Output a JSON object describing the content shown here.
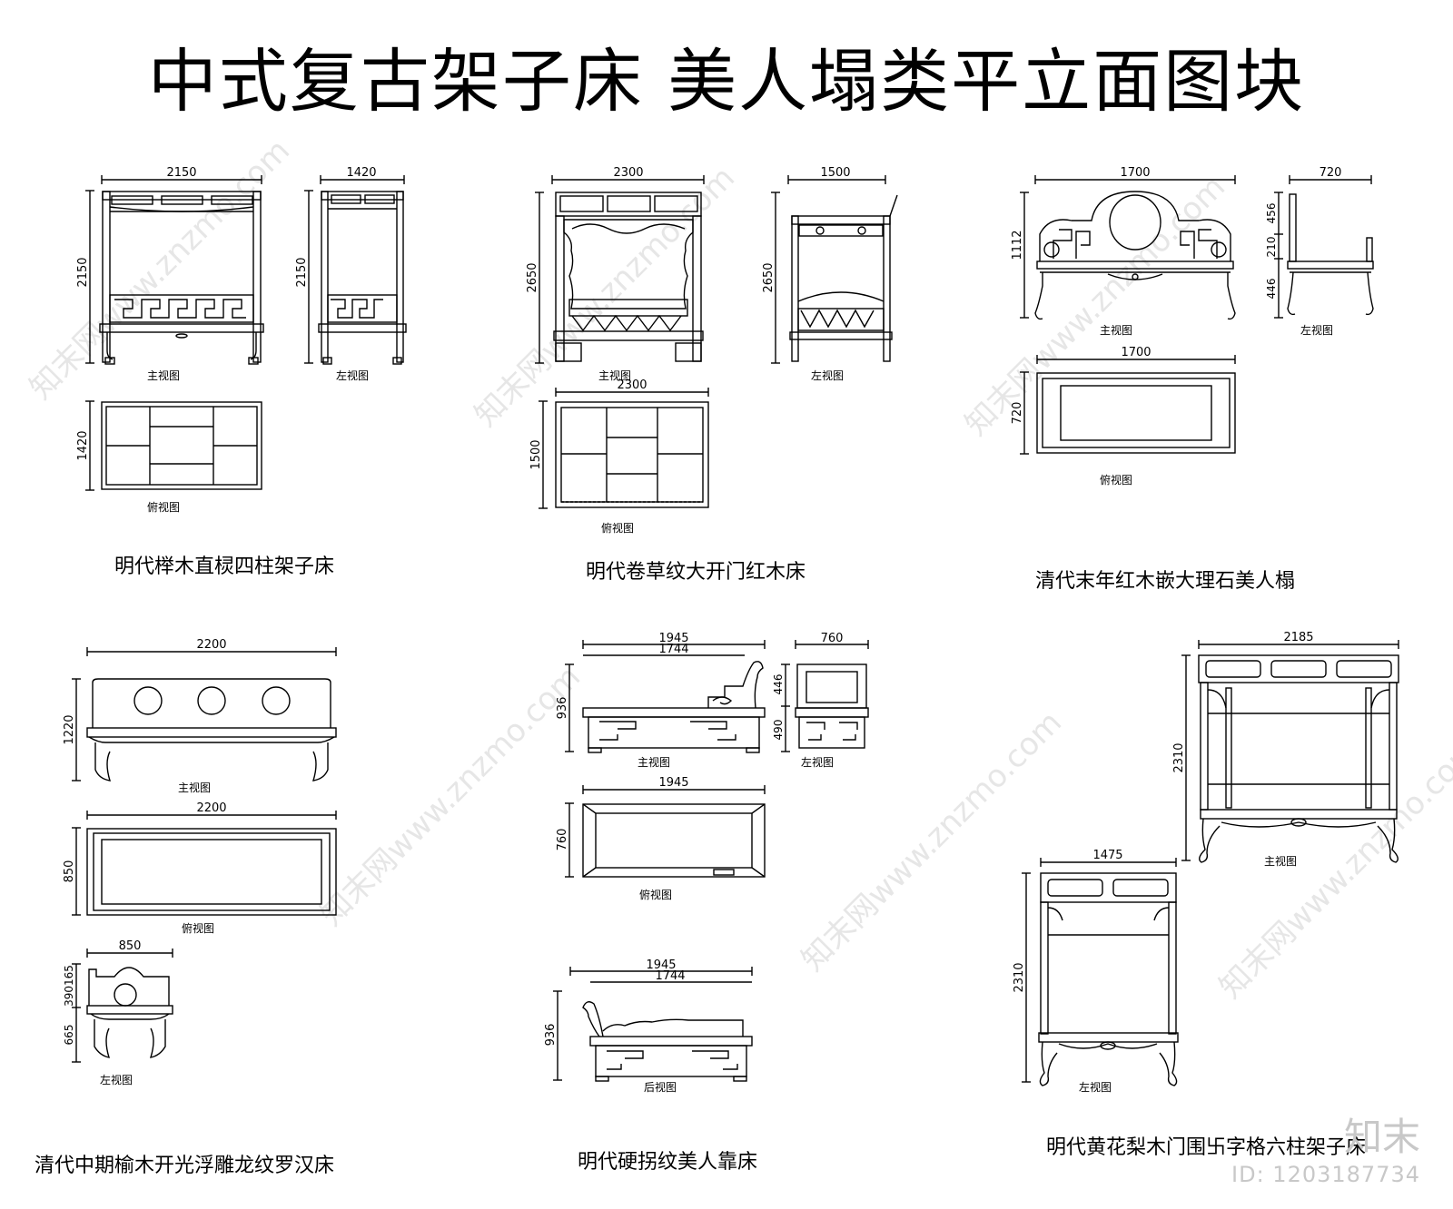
{
  "title": "中式复古架子床  美人塌类平立面图块",
  "watermark": {
    "logo": "知末",
    "id": "ID: 1203187734",
    "diagonal": "知末网www.znzmo.com"
  },
  "colors": {
    "line": "#000000",
    "watermark": "#c8c8c8"
  },
  "captions": {
    "bed1": "明代榉木直棂四柱架子床",
    "bed2": "明代卷草纹大开门红木床",
    "bed3": "清代末年红木嵌大理石美人榻",
    "bed4": "清代中期榆木开光浮雕龙纹罗汉床",
    "bed5": "明代硬拐纹美人靠床",
    "bed6": "明代黄花梨木门围卐字格六柱架子床"
  },
  "views": {
    "front": "主视图",
    "left": "左视图",
    "top": "俯视图",
    "back": "后视图"
  },
  "dims": {
    "b1_front_w": "2150",
    "b1_front_h": "2150",
    "b1_left_w": "1420",
    "b1_left_h": "2150",
    "b1_top_h": "1420",
    "b2_front_w": "2300",
    "b2_front_h": "2650",
    "b2_left_w": "1500",
    "b2_left_h": "2650",
    "b2_top_w": "2300",
    "b2_top_h": "1500",
    "b3_front_w": "1700",
    "b3_front_h": "1112",
    "b3_left_w": "720",
    "b3_left_h1": "456",
    "b3_left_h2": "210",
    "b3_left_h3": "446",
    "b3_top_w": "1700",
    "b3_top_h": "720",
    "b4_front_w": "2200",
    "b4_front_h": "1220",
    "b4_top_w": "2200",
    "b4_top_h": "850",
    "b4_left_w": "850",
    "b4_left_h1": "390165",
    "b4_left_h2": "665",
    "b5_front_w1": "1945",
    "b5_front_w2": "1744",
    "b5_front_h": "936",
    "b5_left_w": "760",
    "b5_left_h1": "446",
    "b5_left_h2": "490",
    "b5_top_w": "1945",
    "b5_top_h": "760",
    "b5_back_w1": "1945",
    "b5_back_w2": "1744",
    "b5_back_h": "936",
    "b6_front_w": "2185",
    "b6_front_h": "2310",
    "b6_left_w": "1475",
    "b6_left_h": "2310"
  }
}
